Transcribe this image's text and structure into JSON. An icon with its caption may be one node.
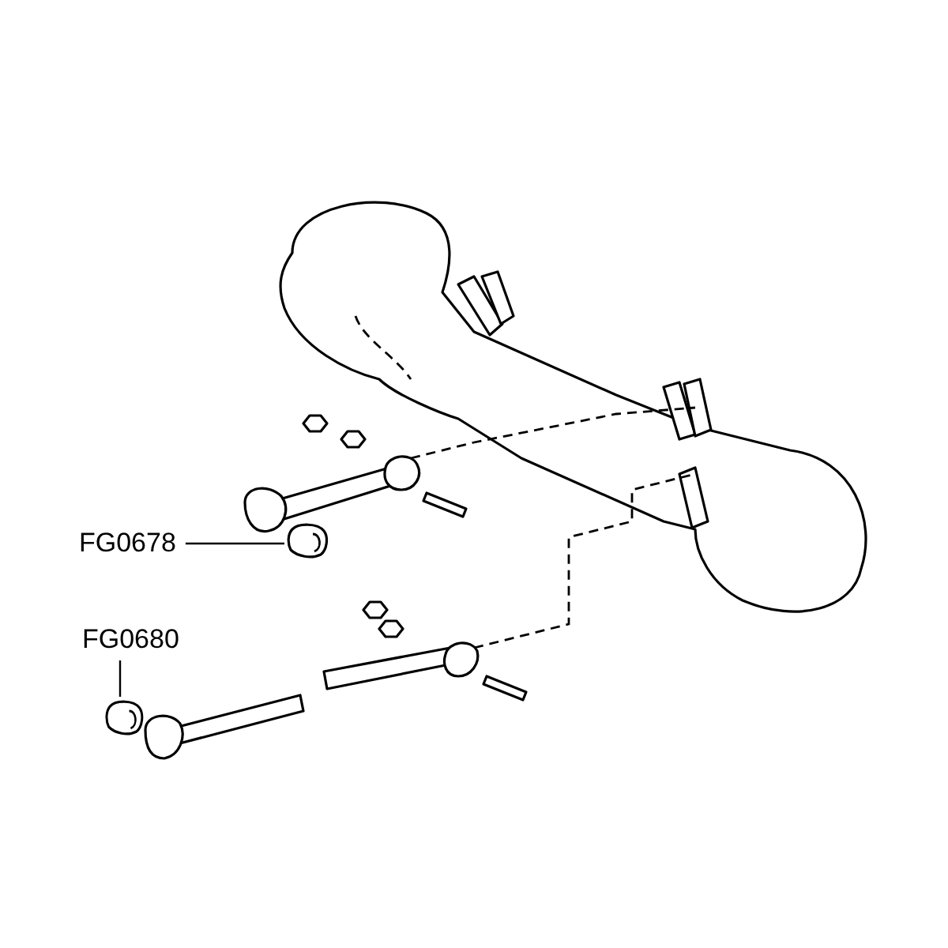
{
  "diagram": {
    "nodes": [
      {
        "text": [
          "FG0678"
        ]
      },
      {
        "text": [],
        "shape": "picture"
      },
      {
        "text": [
          "FG0680"
        ]
      },
      {
        "text": [],
        "shape": "picture"
      }
    ],
    "edges": [
      {
        "from": 0,
        "to": 1,
        "arrow": "none"
      },
      {
        "from": 2,
        "to": 3,
        "arrow": "none"
      }
    ]
  }
}
